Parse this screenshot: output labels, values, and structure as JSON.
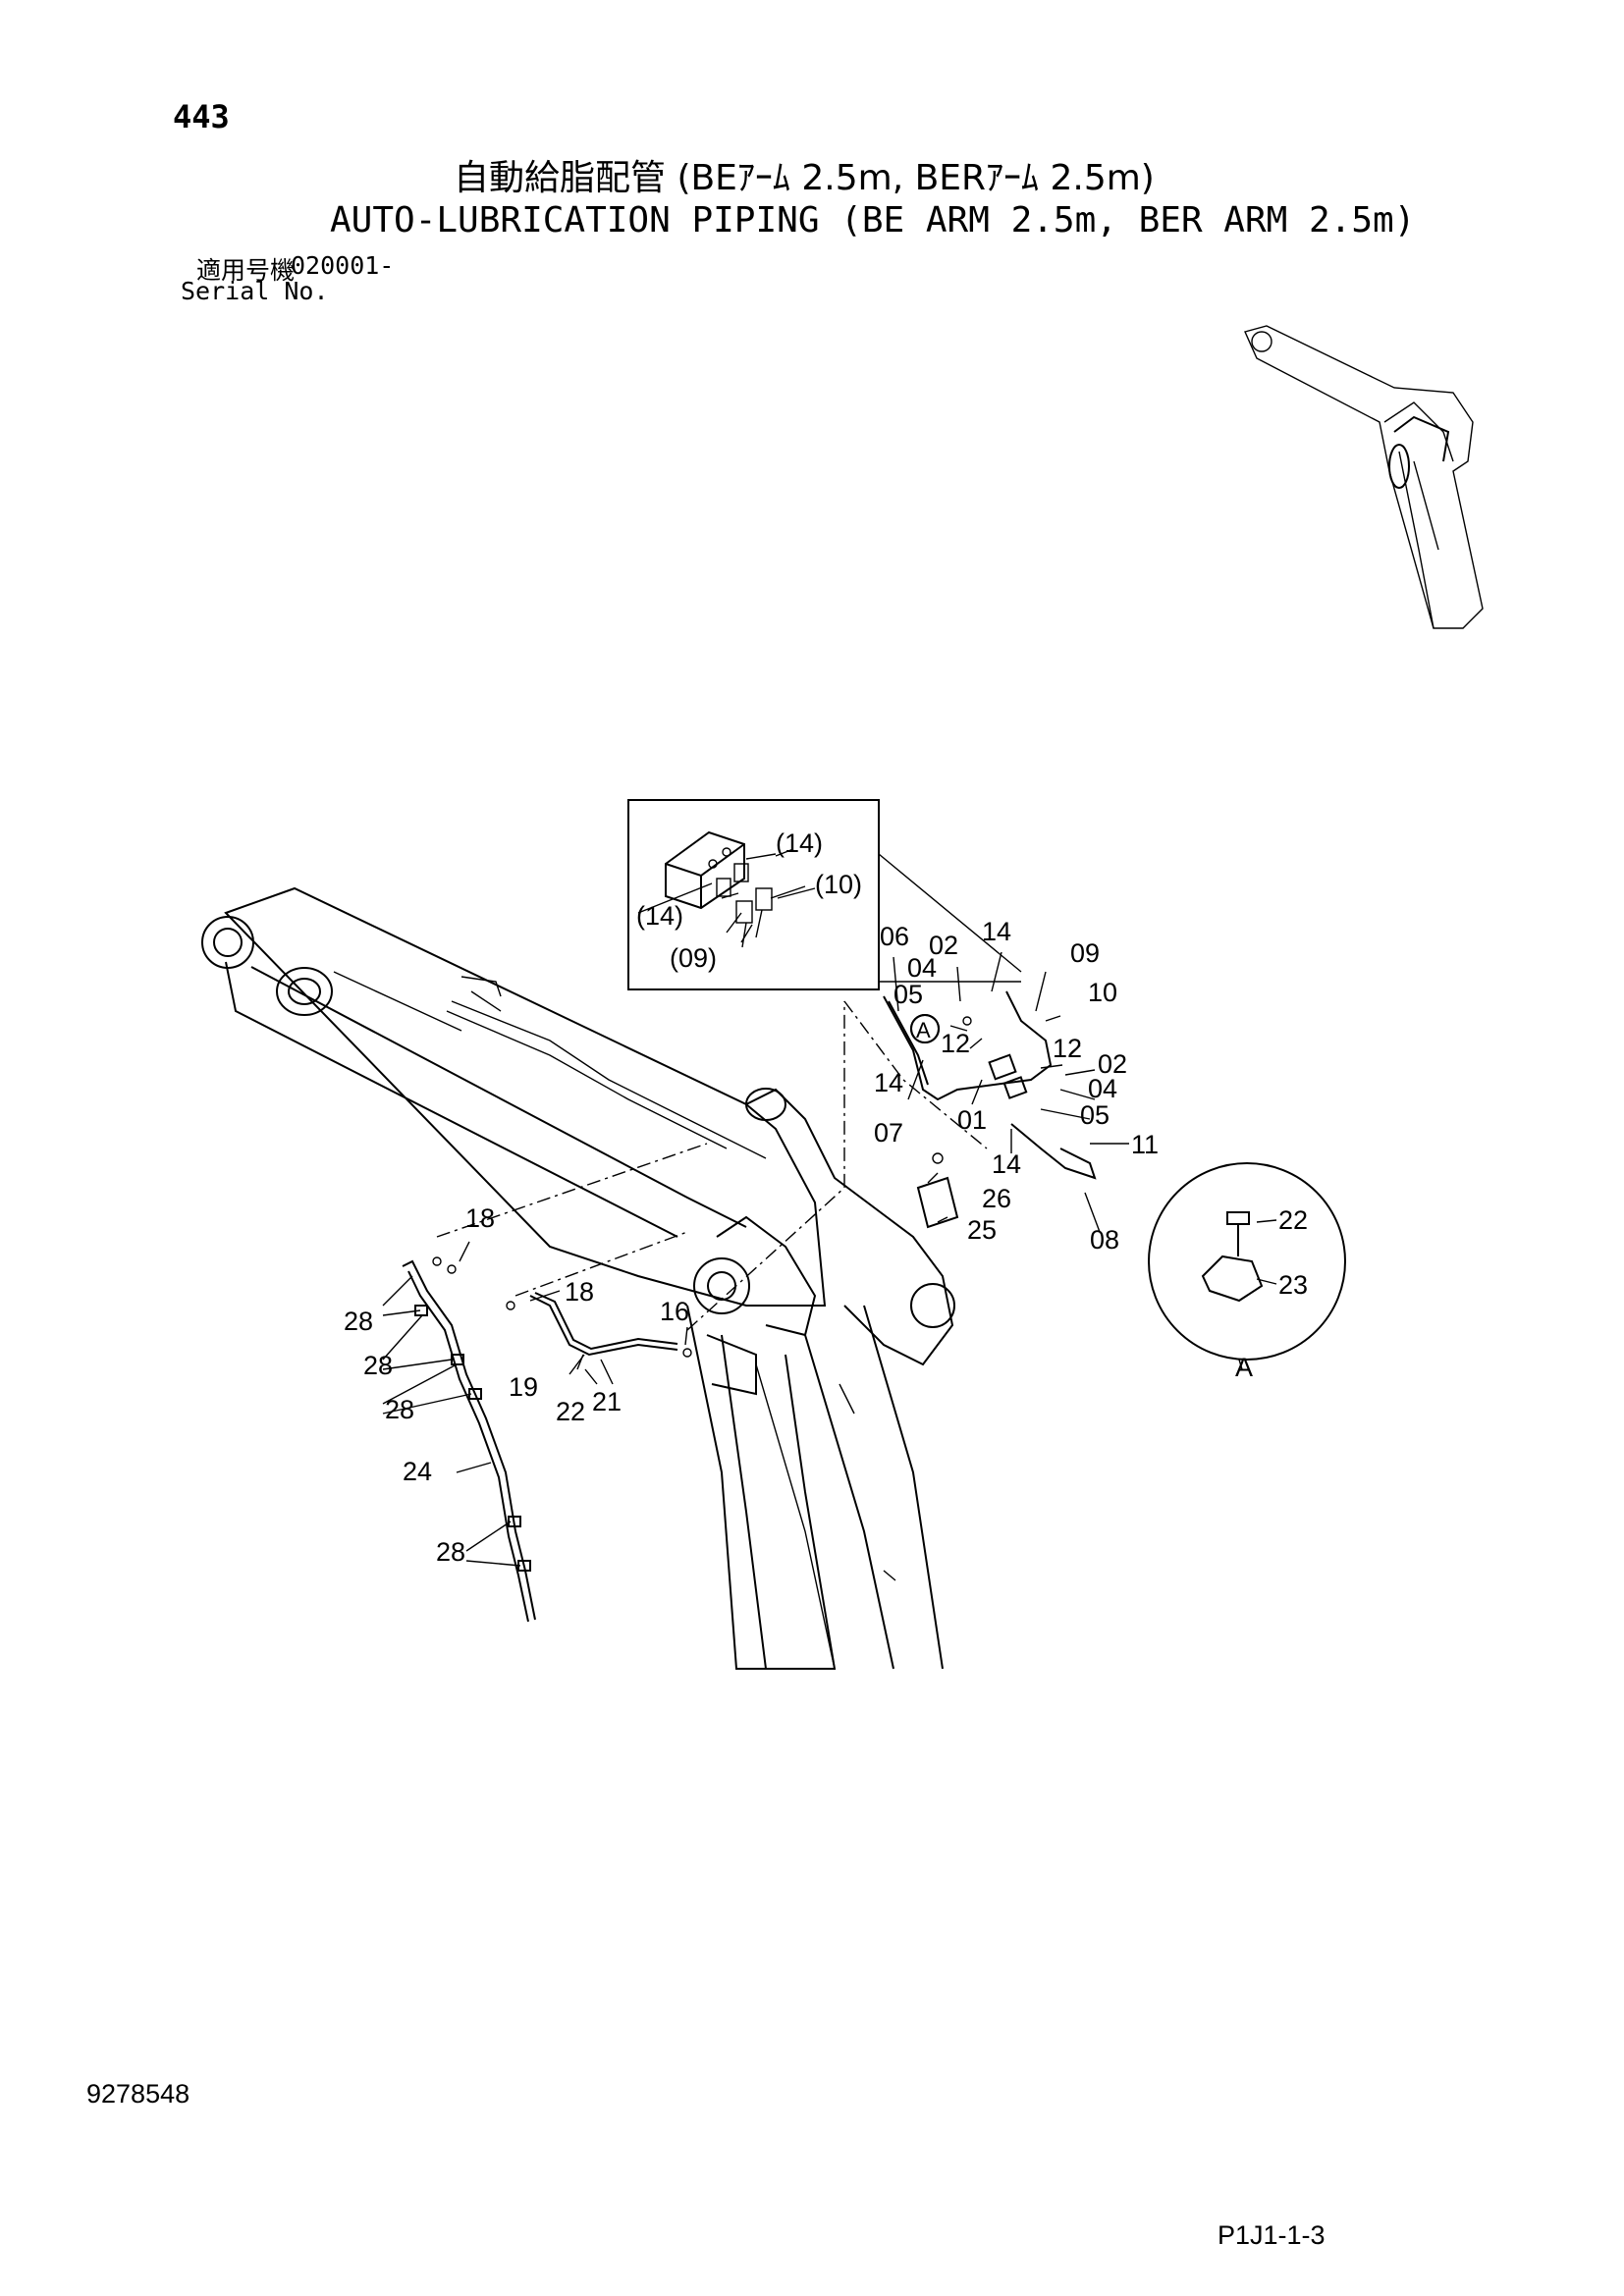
{
  "header": {
    "page_number": "443",
    "title_jp": "自動給脂配管 (BEｱｰﾑ 2.5m, BERｱｰﾑ 2.5m)",
    "title_en": "AUTO-LUBRICATION PIPING (BE ARM 2.5m, BER ARM 2.5m)",
    "serial_label_jp": "適用号機",
    "serial_value": "020001-",
    "serial_label_en": "Serial No."
  },
  "footer": {
    "doc_number": "9278548",
    "page_code": "P1J1-1-3"
  },
  "callouts": {
    "inset": [
      "(14)",
      "(14)",
      "(10)",
      "(09)"
    ],
    "upper": [
      "06",
      "02",
      "14",
      "09",
      "04",
      "05",
      "10",
      "12",
      "12",
      "02",
      "14",
      "04",
      "05",
      "07",
      "01",
      "11",
      "14",
      "26",
      "25",
      "08"
    ],
    "lower": [
      "18",
      "18",
      "16",
      "19",
      "22",
      "21",
      "28",
      "28",
      "28",
      "24",
      "28"
    ],
    "detail": [
      "22",
      "23"
    ]
  },
  "detail_markers": {
    "view_marker": "A",
    "view_label": "A"
  }
}
